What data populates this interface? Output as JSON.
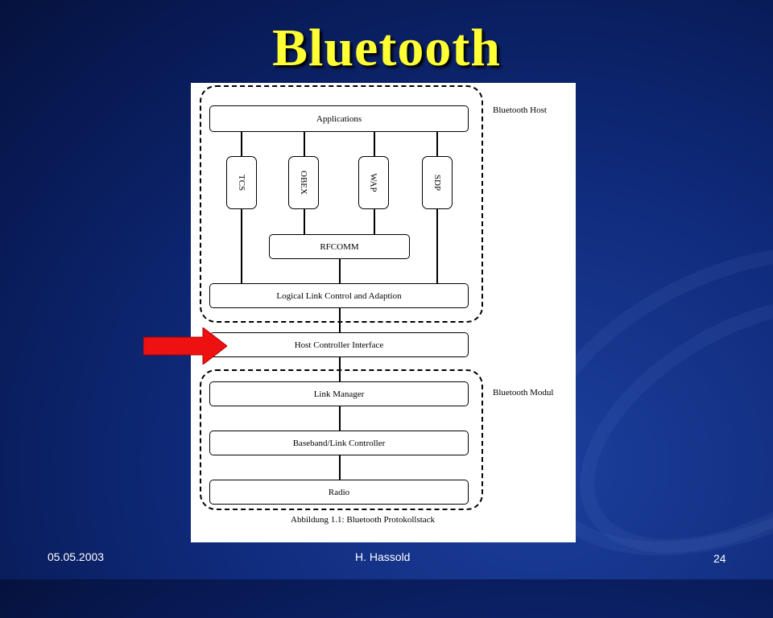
{
  "slide": {
    "title": "Bluetooth",
    "footer_date": "05.05.2003",
    "footer_author": "H. Hassold",
    "page_number": "24"
  },
  "diagram": {
    "applications": "Applications",
    "tcs": "TCS",
    "obex": "OBEX",
    "wap": "WAP",
    "sdp": "SDP",
    "rfcomm": "RFCOMM",
    "l2cap": "Logical Link Control and Adaption",
    "hci": "Host Controller Interface",
    "link_manager": "Link Manager",
    "baseband": "Baseband/Link Controller",
    "radio": "Radio",
    "host_label": "Bluetooth Host",
    "module_label": "Bluetooth Modul",
    "caption": "Abbildung 1.1: Bluetooth Protokollstack"
  },
  "colors": {
    "title": "#ffff33",
    "arrow": "#ee1111",
    "background": "#0f2a7a"
  },
  "icons": {
    "pointer": "right-arrow-icon"
  }
}
